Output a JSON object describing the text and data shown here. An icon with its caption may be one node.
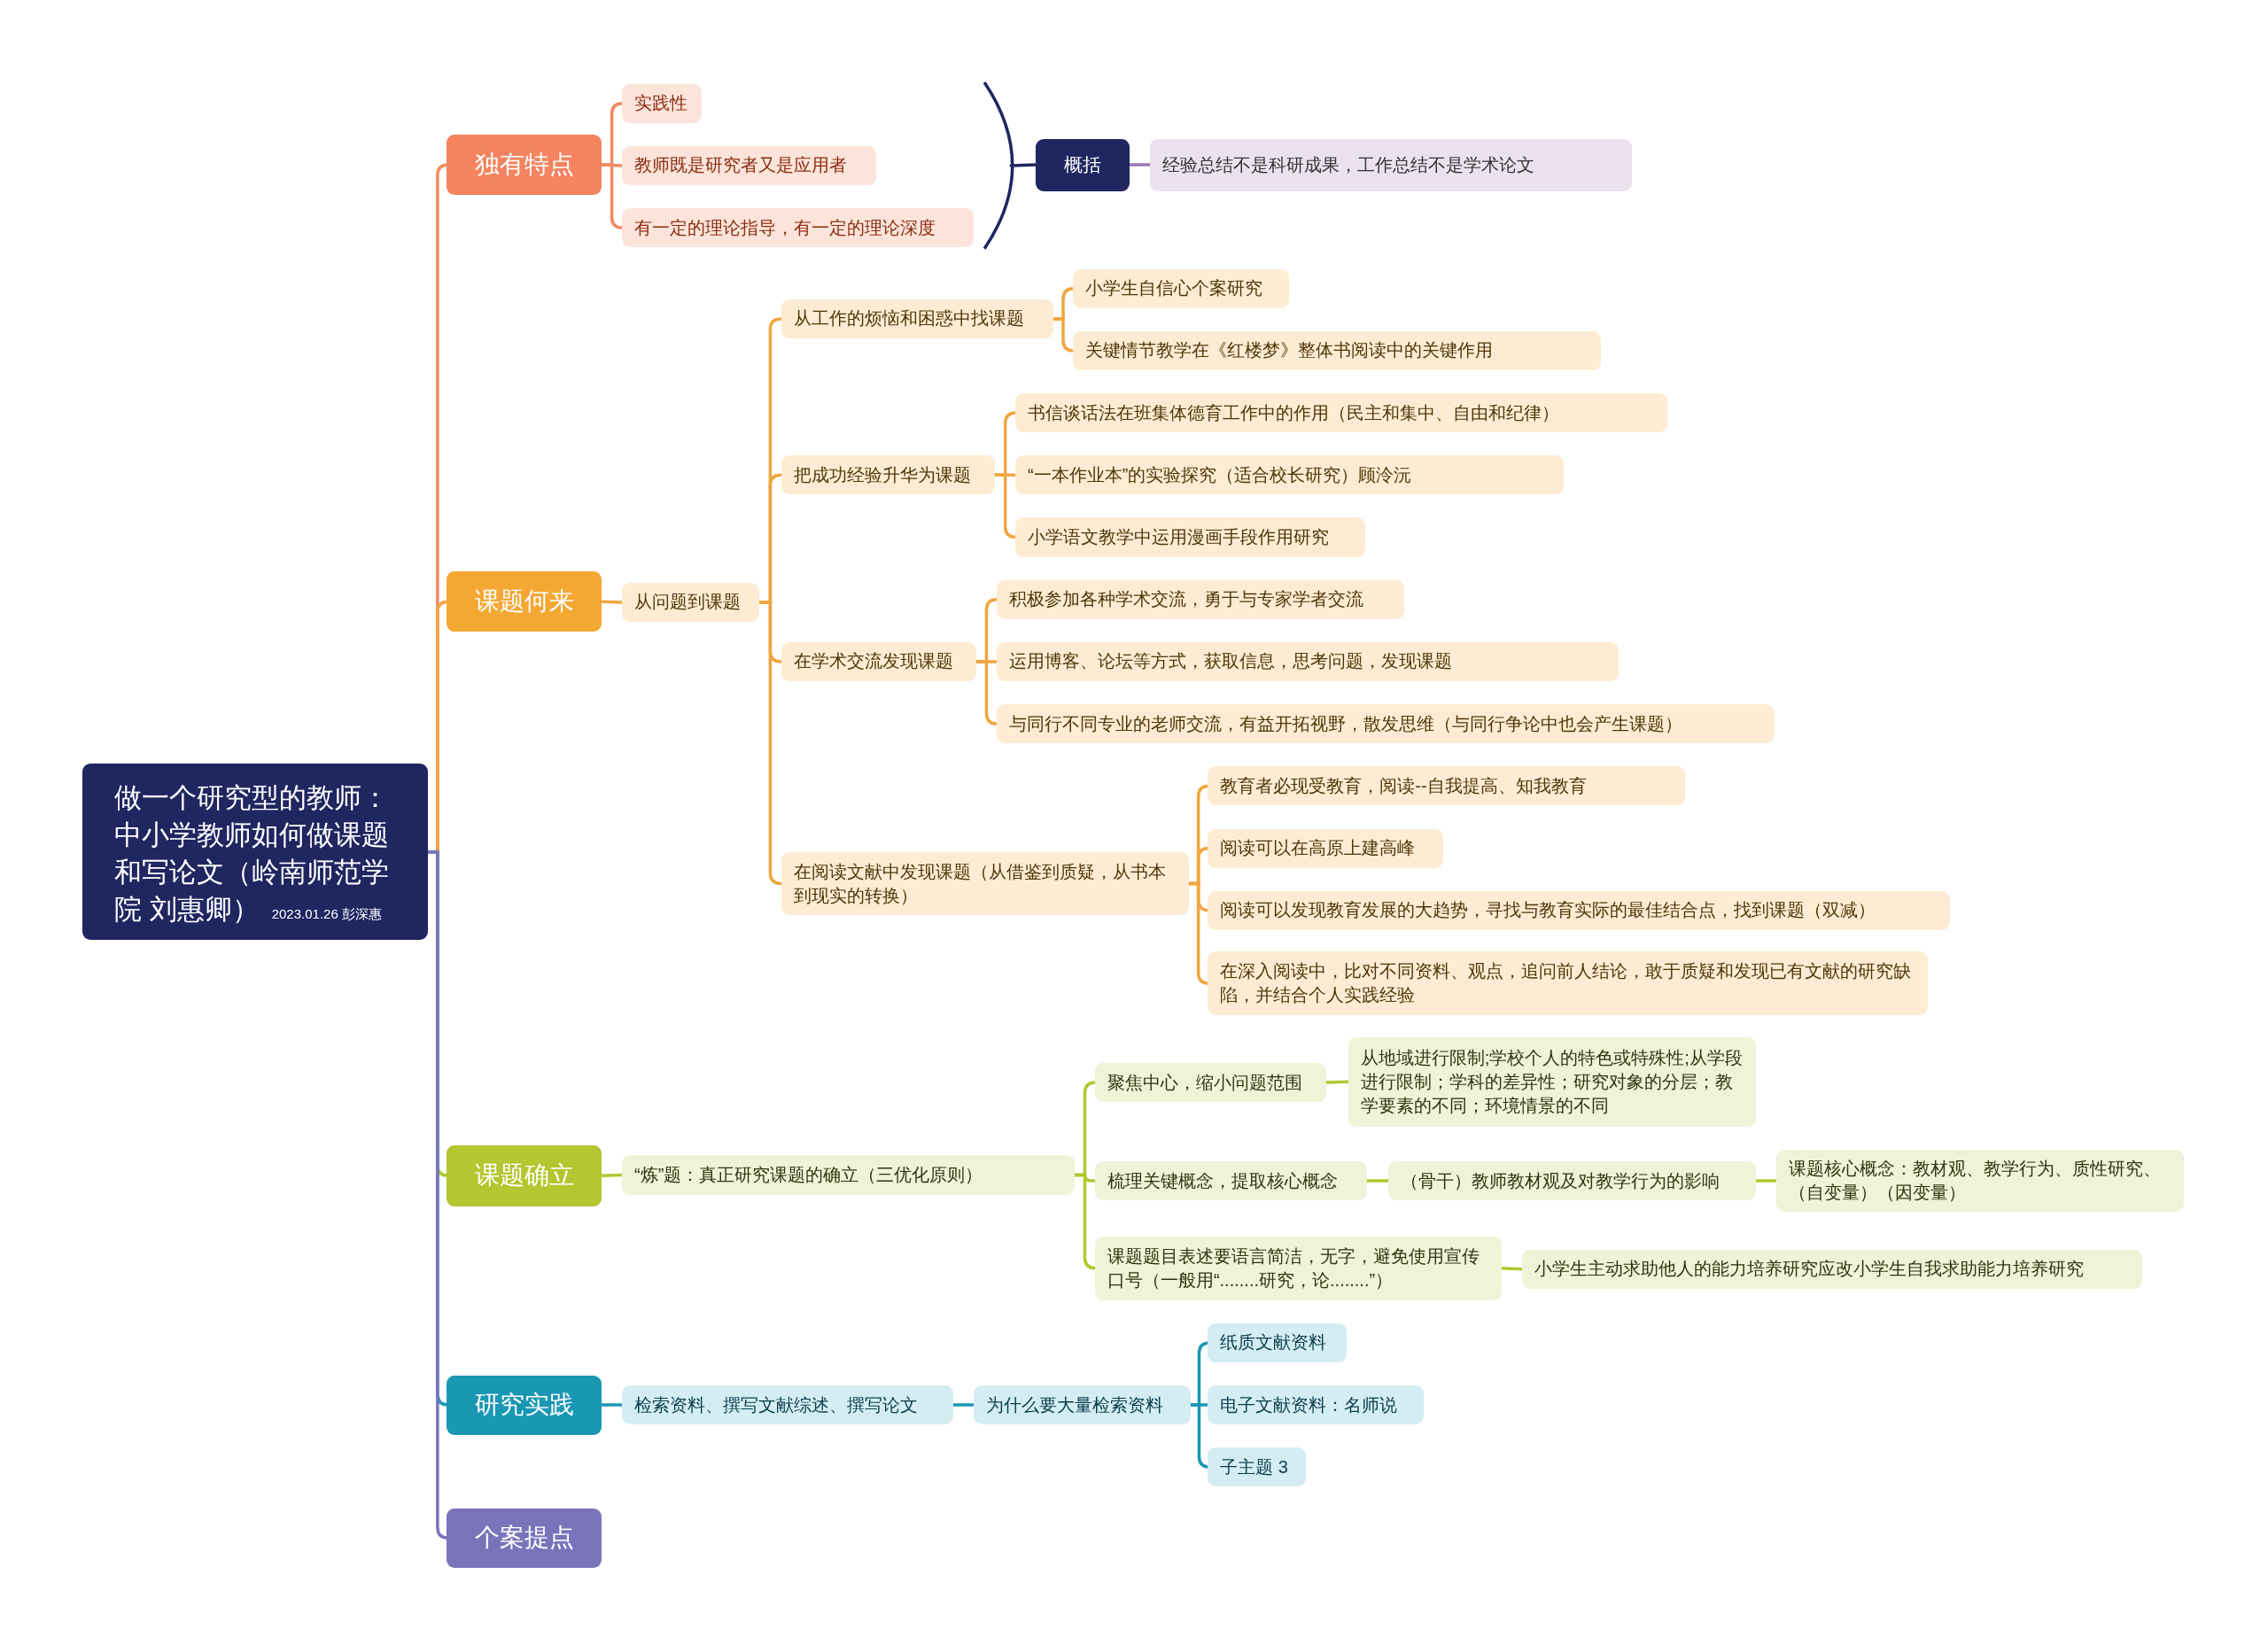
{
  "diagram": {
    "nodes": [
      {
        "text": [
          "做一个研究型的教师：中小学教师如何做课题和写论文（岭南师范学院 刘惠卿）",
          "2023.01.26 彭深惠"
        ]
      },
      {
        "text": [
          "独有特点"
        ]
      },
      {
        "text": [
          "实践性"
        ]
      },
      {
        "text": [
          "教师既是研究者又是应用者"
        ]
      },
      {
        "text": [
          "有一定的理论指导，有一定的理论深度"
        ]
      },
      {
        "text": [
          "概括"
        ]
      },
      {
        "text": [
          "经验总结不是科研成果，工作总结不是学术论文"
        ]
      },
      {
        "text": [
          "课题何来"
        ]
      },
      {
        "text": [
          "从问题到课题"
        ]
      },
      {
        "text": [
          "从工作的烦恼和困惑中找课题"
        ]
      },
      {
        "text": [
          "小学生自信心个案研究"
        ]
      },
      {
        "text": [
          "关键情节教学在《红楼梦》整体书阅读中的关键作用"
        ]
      },
      {
        "text": [
          "把成功经验升华为课题"
        ]
      },
      {
        "text": [
          "书信谈话法在班集体德育工作中的作用（民主和集中、自由和纪律）"
        ]
      },
      {
        "text": [
          "“一本作业本”的实验探究（适合校长研究）顾泠沅"
        ]
      },
      {
        "text": [
          "小学语文教学中运用漫画手段作用研究"
        ]
      },
      {
        "text": [
          "在学术交流发现课题"
        ]
      },
      {
        "text": [
          "积极参加各种学术交流，勇于与专家学者交流"
        ]
      },
      {
        "text": [
          "运用博客、论坛等方式，获取信息，思考问题，发现课题"
        ]
      },
      {
        "text": [
          "与同行不同专业的老师交流，有益开拓视野，散发思维（与同行争论中也会产生课题）"
        ]
      },
      {
        "text": [
          "在阅读文献中发现课题（从借鉴到质疑，从书本到现实的转换）"
        ]
      },
      {
        "text": [
          "教育者必现受教育，阅读--自我提高、知我教育"
        ]
      },
      {
        "text": [
          "阅读可以在高原上建高峰"
        ]
      },
      {
        "text": [
          "阅读可以发现教育发展的大趋势，寻找与教育实际的最佳结合点，找到课题（双减）"
        ]
      },
      {
        "text": [
          "在深入阅读中，比对不同资料、观点，追问前人结论，敢于质疑和发现已有文献的研究缺陷，并结合个人实践经验"
        ]
      },
      {
        "text": [
          "课题确立"
        ]
      },
      {
        "text": [
          "“炼”题：真正研究课题的确立（三优化原则）"
        ]
      },
      {
        "text": [
          "聚焦中心，缩小问题范围"
        ]
      },
      {
        "text": [
          "从地域进行限制;学校个人的特色或特殊性;从学段进行限制；学科的差异性；研究对象的分层；教学要素的不同；环境情景的不同"
        ]
      },
      {
        "text": [
          "梳理关键概念，提取核心概念"
        ]
      },
      {
        "text": [
          "（骨干）教师教材观及对教学行为的影响"
        ]
      },
      {
        "text": [
          "课题核心概念：教材观、教学行为、质性研究、（自变量）（因变量）"
        ]
      },
      {
        "text": [
          "课题题目表述要语言简洁，无字，避免使用宣传口号（一般用“........研究，论........”）"
        ]
      },
      {
        "text": [
          "小学生主动求助他人的能力培养研究应改小学生自我求助能力培养研究"
        ]
      },
      {
        "text": [
          "研究实践"
        ]
      },
      {
        "text": [
          "检索资料、撰写文献综述、撰写论文"
        ]
      },
      {
        "text": [
          "为什么要大量检索资料"
        ]
      },
      {
        "text": [
          "纸质文献资料"
        ]
      },
      {
        "text": [
          "电子文献资料：名师说"
        ]
      },
      {
        "text": [
          "子主题 3"
        ]
      },
      {
        "text": [
          "个案提点"
        ]
      },
      {
        "text": [],
        "shape": "bracket"
      }
    ],
    "edges": [
      {
        "from": 0,
        "to": 1,
        "arrow": "none",
        "color": "#f08a62"
      },
      {
        "from": 1,
        "to": 2,
        "arrow": "none",
        "color": "#f08a62"
      },
      {
        "from": 1,
        "to": 3,
        "arrow": "none",
        "color": "#f08a62"
      },
      {
        "from": 1,
        "to": 4,
        "arrow": "none",
        "color": "#f08a62"
      },
      {
        "from": 41,
        "to": 5,
        "arrow": "none",
        "color": "#1f2660"
      },
      {
        "from": 5,
        "to": 6,
        "arrow": "none",
        "color": "#a074b4"
      },
      {
        "from": 0,
        "to": 7,
        "arrow": "none"
      },
      {
        "from": 7,
        "to": 8,
        "arrow": "none"
      },
      {
        "from": 8,
        "to": 9,
        "arrow": "none"
      },
      {
        "from": 9,
        "to": 10,
        "arrow": "none"
      },
      {
        "from": 9,
        "to": 11,
        "arrow": "none"
      },
      {
        "from": 8,
        "to": 12,
        "arrow": "none"
      },
      {
        "from": 12,
        "to": 13,
        "arrow": "none"
      },
      {
        "from": 12,
        "to": 14,
        "arrow": "none"
      },
      {
        "from": 12,
        "to": 15,
        "arrow": "none"
      },
      {
        "from": 8,
        "to": 16,
        "arrow": "none"
      },
      {
        "from": 16,
        "to": 17,
        "arrow": "none"
      },
      {
        "from": 16,
        "to": 18,
        "arrow": "none"
      },
      {
        "from": 16,
        "to": 19,
        "arrow": "none"
      },
      {
        "from": 8,
        "to": 20,
        "arrow": "none"
      },
      {
        "from": 20,
        "to": 21,
        "arrow": "none"
      },
      {
        "from": 20,
        "to": 22,
        "arrow": "none"
      },
      {
        "from": 20,
        "to": 23,
        "arrow": "none"
      },
      {
        "from": 20,
        "to": 24,
        "arrow": "none"
      },
      {
        "from": 0,
        "to": 25,
        "arrow": "none",
        "color": "#b3c730"
      },
      {
        "from": 25,
        "to": 26,
        "arrow": "none",
        "color": "#b3c730"
      },
      {
        "from": 26,
        "to": 27,
        "arrow": "none",
        "color": "#b3c730"
      },
      {
        "from": 27,
        "to": 28,
        "arrow": "none",
        "color": "#b3c730"
      },
      {
        "from": 26,
        "to": 29,
        "arrow": "none",
        "color": "#b3c730"
      },
      {
        "from": 29,
        "to": 30,
        "arrow": "none",
        "color": "#b3c730"
      },
      {
        "from": 30,
        "to": 31,
        "arrow": "none",
        "color": "#b3c730"
      },
      {
        "from": 26,
        "to": 32,
        "arrow": "none",
        "color": "#b3c730"
      },
      {
        "from": 32,
        "to": 33,
        "arrow": "none",
        "color": "#b3c730"
      },
      {
        "from": 0,
        "to": 34,
        "arrow": "none",
        "color": "#1a97b3"
      },
      {
        "from": 34,
        "to": 35,
        "arrow": "none",
        "color": "#1a97b3"
      },
      {
        "from": 35,
        "to": 36,
        "arrow": "none",
        "color": "#1a97b3"
      },
      {
        "from": 36,
        "to": 37,
        "arrow": "none",
        "color": "#1a97b3"
      },
      {
        "from": 36,
        "to": 38,
        "arrow": "none",
        "color": "#1a97b3"
      },
      {
        "from": 36,
        "to": 39,
        "arrow": "none",
        "color": "#1a97b3"
      },
      {
        "from": 0,
        "to": 40,
        "arrow": "none",
        "color": "#7a73ba"
      }
    ]
  }
}
